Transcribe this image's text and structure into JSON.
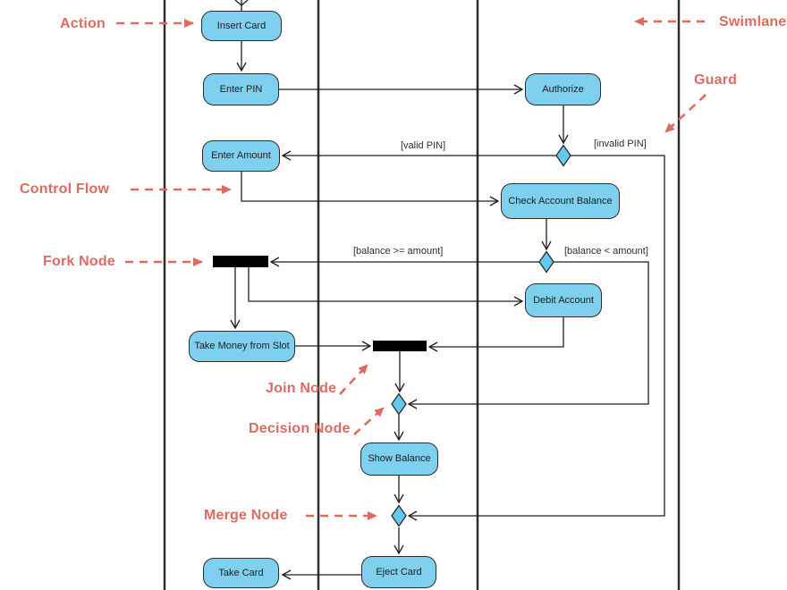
{
  "diagram": {
    "kind": "uml-activity-diagram",
    "actions": {
      "insert_card": "Insert Card",
      "enter_pin": "Enter PIN",
      "enter_amount": "Enter Amount",
      "take_money": "Take Money from Slot",
      "take_card": "Take Card",
      "authorize": "Authorize",
      "check_balance": "Check Account Balance",
      "debit_account": "Debit Account",
      "show_balance": "Show Balance",
      "eject_card": "Eject Card"
    },
    "guards": {
      "valid_pin": "[valid PIN]",
      "invalid_pin": "[invalid PIN]",
      "balance_ge": "[balance >= amount]",
      "balance_lt": "[balance < amount]"
    },
    "annotations": {
      "action": "Action",
      "swimlane": "Swimlane",
      "guard": "Guard",
      "control_flow": "Control Flow",
      "fork_node": "Fork Node",
      "join_node": "Join Node",
      "decision_node": "Decision Node",
      "merge_node": "Merge Node"
    },
    "colors": {
      "action_fill": "#7ED0EE",
      "action_border": "#2B2B2B",
      "decision_fill": "#63C9EE",
      "bar_fill": "#000000",
      "flow_line": "#1F1F1F",
      "swimlane_line": "#2E2E2E",
      "annotation_red": "#DF6B60"
    }
  }
}
